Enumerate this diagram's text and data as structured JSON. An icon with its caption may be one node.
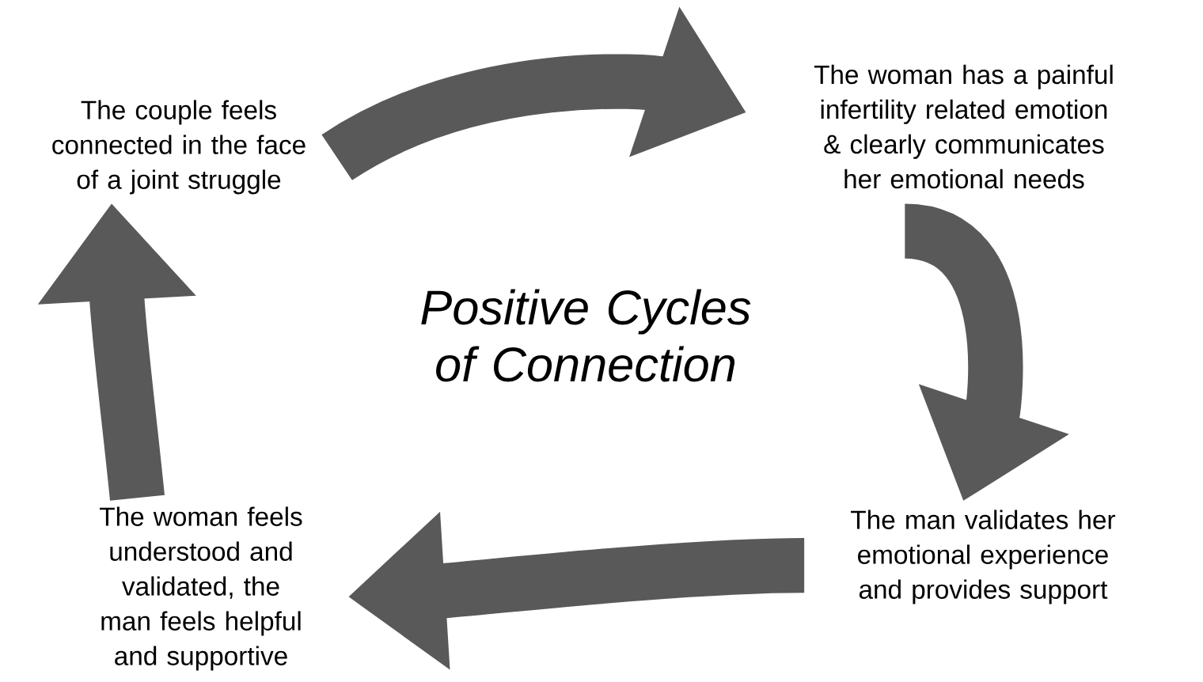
{
  "diagram": {
    "title": "Positive Cycles of Connection",
    "nodes": [
      {
        "text": [
          "The couple feels connected in the face of a joint struggle"
        ]
      },
      {
        "text": [
          "The woman has a painful infertility related emotion & clearly communicates her emotional needs"
        ]
      },
      {
        "text": [
          "The man  validates her emotional experience and provides support"
        ]
      },
      {
        "text": [
          "The woman feels understood and validated, the man feels helpful and supportive"
        ]
      }
    ],
    "edges": [
      {
        "from": 0,
        "to": 1,
        "arrow": "to"
      },
      {
        "from": 1,
        "to": 2,
        "arrow": "to"
      },
      {
        "from": 2,
        "to": 3,
        "arrow": "to"
      },
      {
        "from": 3,
        "to": 0,
        "arrow": "to"
      }
    ]
  }
}
